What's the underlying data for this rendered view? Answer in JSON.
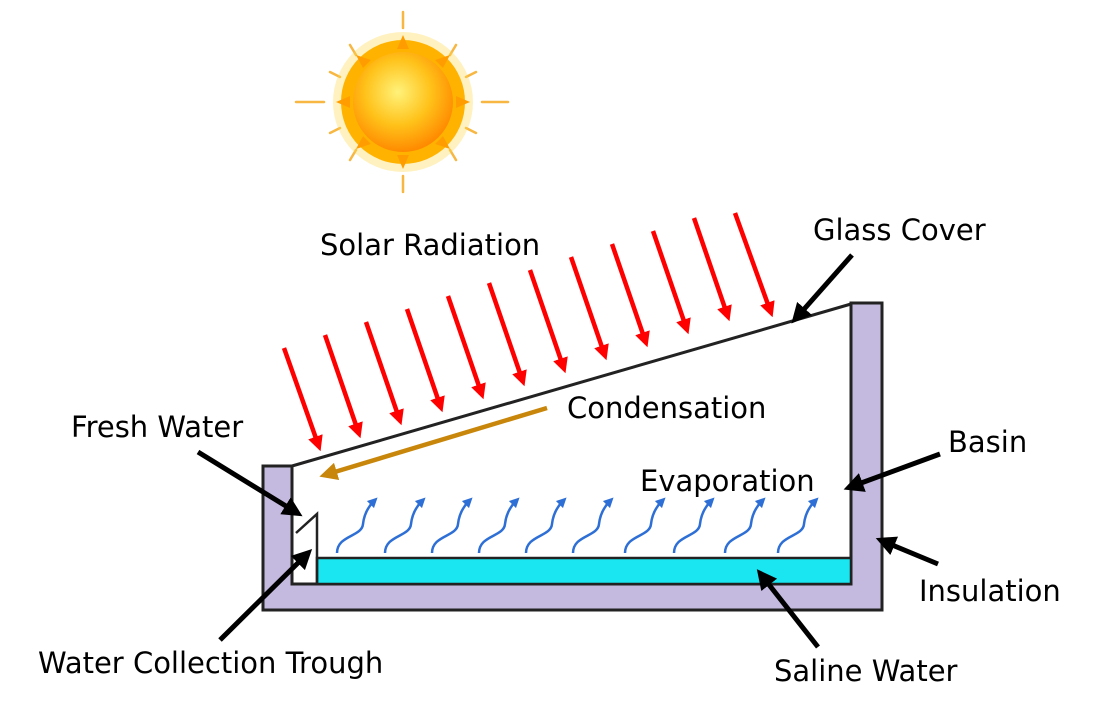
{
  "labels": {
    "solar_radiation": "Solar Radiation",
    "glass_cover": "Glass Cover",
    "condensation": "Condensation",
    "fresh_water": "Fresh Water",
    "basin": "Basin",
    "evaporation": "Evaporation",
    "insulation": "Insulation",
    "water_collection_trough": "Water Collection Trough",
    "saline_water": "Saline Water"
  },
  "colors": {
    "radiation_arrows": "#ff0000",
    "condensation_arrow": "#c8860a",
    "evaporation_arrows": "#2e6fd6",
    "saline_water": "#19e6f0",
    "insulation_wall": "#c4b9df",
    "outline": "#222222",
    "sun_core": "#ffb000",
    "sun_rays": "#f7b742"
  },
  "icons": {
    "sun": "sun-icon"
  }
}
